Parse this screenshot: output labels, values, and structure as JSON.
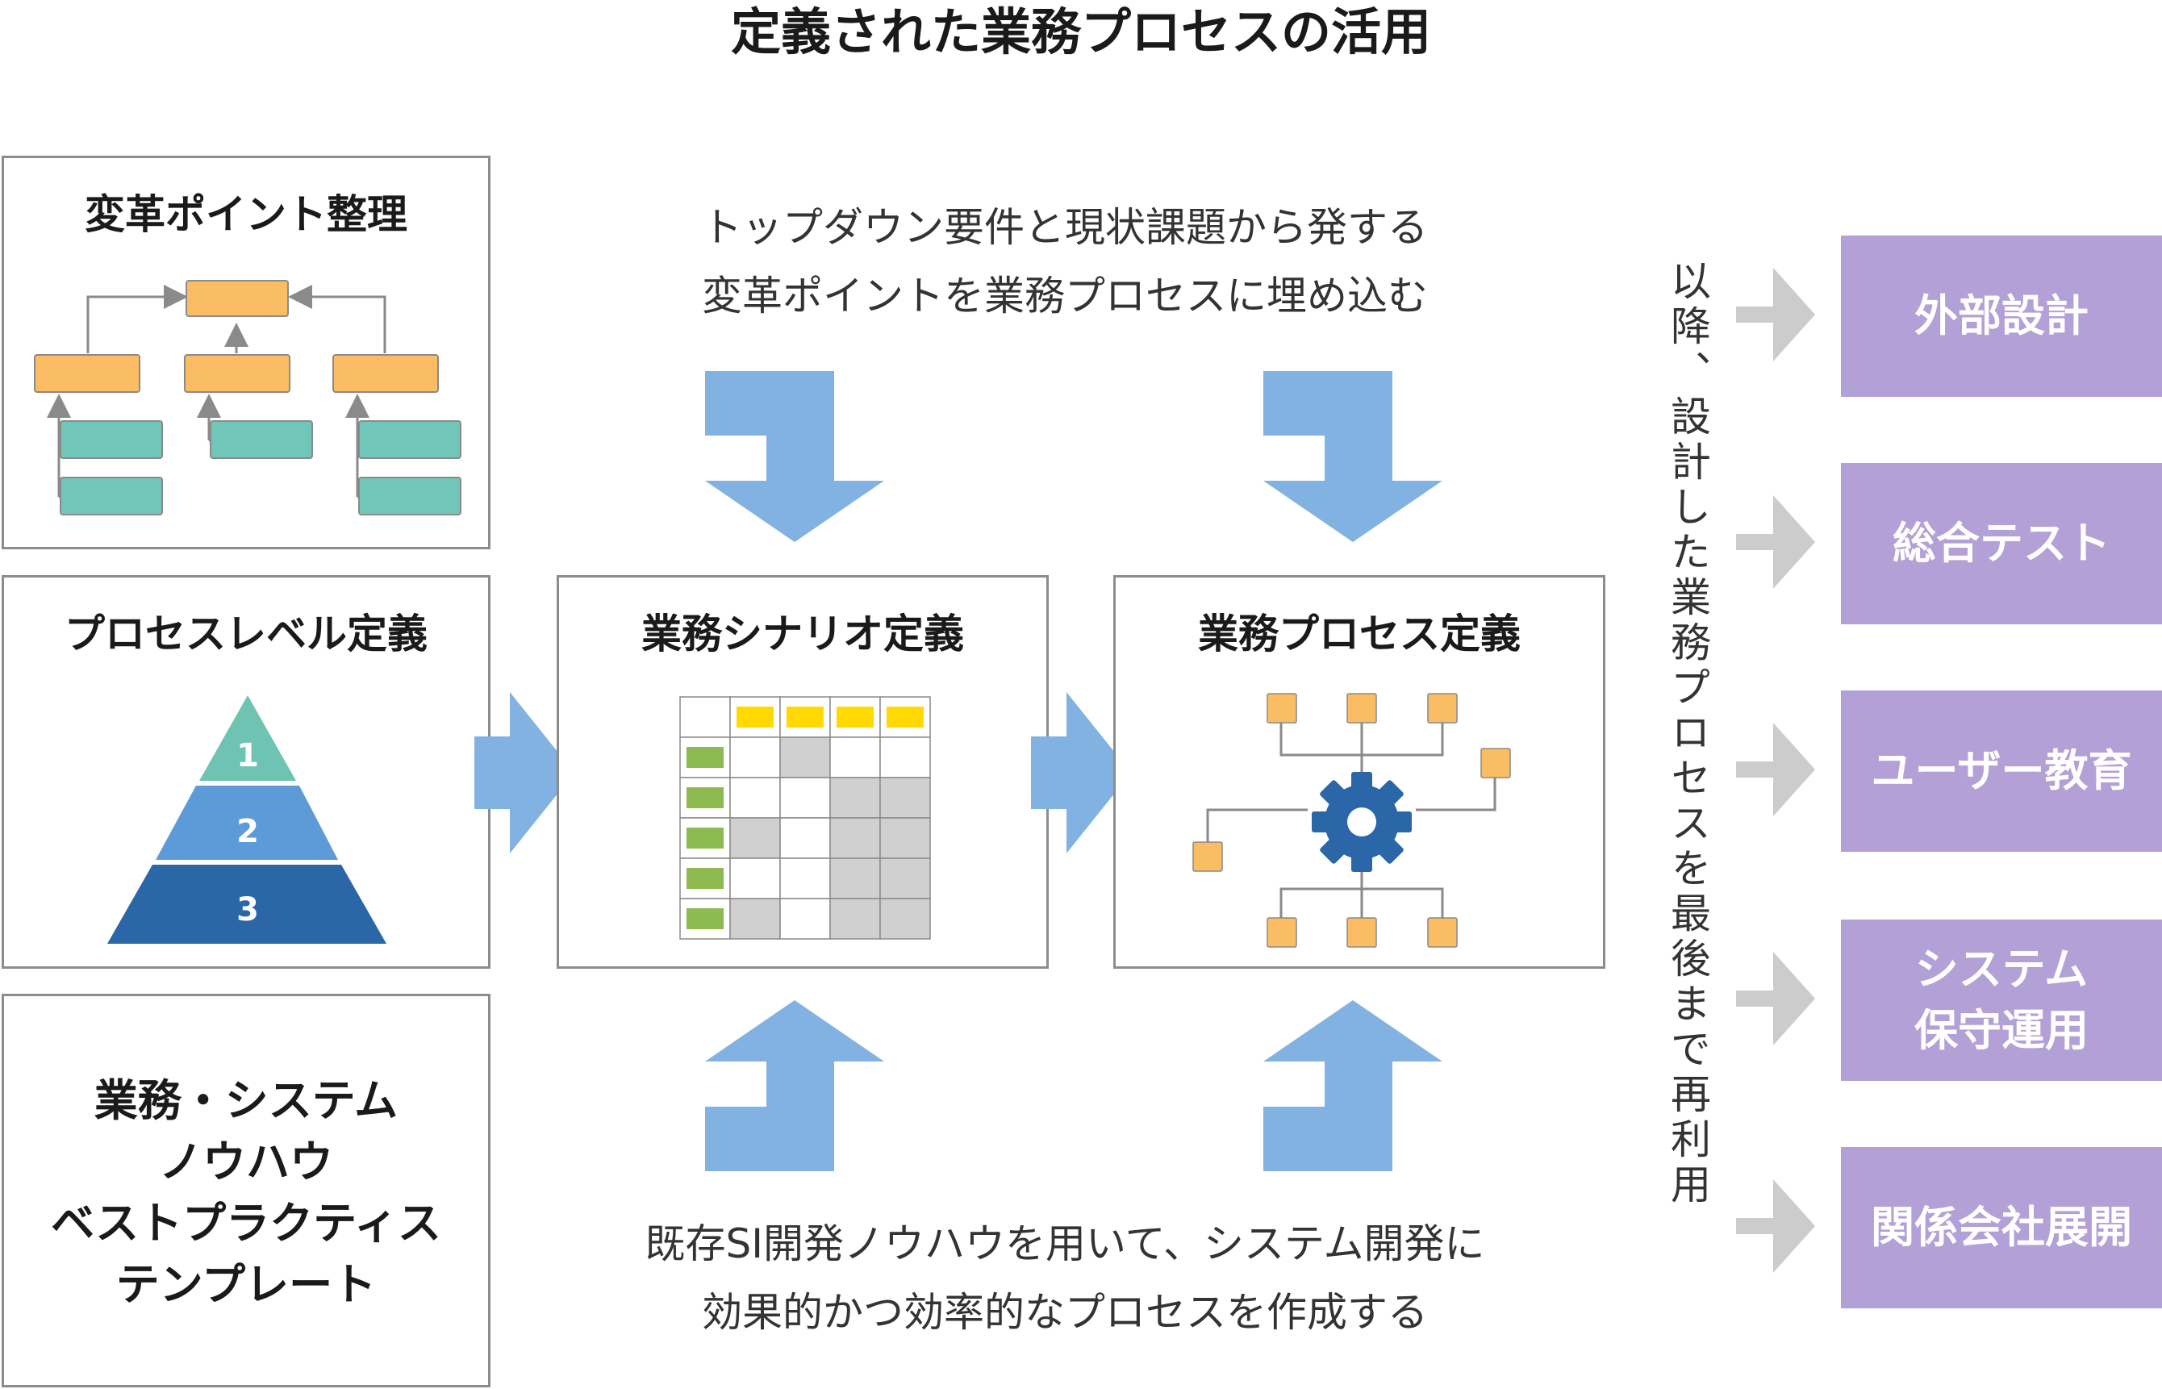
{
  "title": "定義された業務プロセスの活用",
  "boxes": {
    "change_points": {
      "title": "変革ポイント整理"
    },
    "process_level": {
      "title": "プロセスレベル定義",
      "levels": [
        "1",
        "2",
        "3"
      ]
    },
    "knowhow": {
      "lines": "業務・システム\nノウハウ\nベストプラクティス\nテンプレート"
    },
    "scenario": {
      "title": "業務シナリオ定義"
    },
    "process": {
      "title": "業務プロセス定義"
    }
  },
  "captions": {
    "top": "トップダウン要件と現状課題から発する\n変革ポイントを業務プロセスに埋め込む",
    "bottom": "既存SI開発ノウハウを用いて、システム開発に\n効果的かつ効率的なプロセスを作成する"
  },
  "vertical_note": "以降、設計した業務プロセスを最後まで再利用",
  "reuse_items": [
    "外部設計",
    "総合テスト",
    "ユーザー教育",
    "システム\n保守運用",
    "関係会社展開"
  ],
  "colors": {
    "orange": "#fbbd64",
    "teal": "#72c6b9",
    "blue_arrow": "#82b2e1",
    "gray_arrow": "#cccccc",
    "purple": "#b3a0d6",
    "pyramid": [
      "#6fc3b3",
      "#5d9bd8",
      "#2b66a6"
    ],
    "gear": "#2a66a8",
    "grid_yellow": "#ffd900",
    "grid_green": "#8dbb4f",
    "grid_gray": "#d0d0d0"
  }
}
